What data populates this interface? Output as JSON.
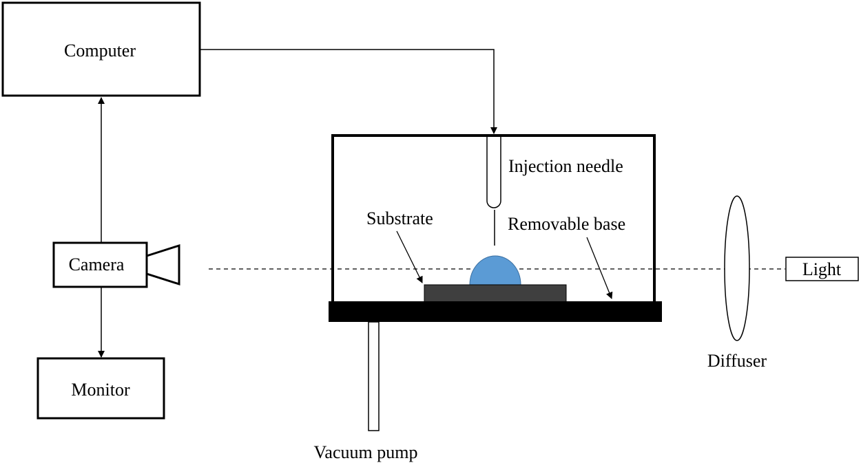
{
  "labels": {
    "computer": "Computer",
    "camera": "Camera",
    "monitor": "Monitor",
    "injection_needle": "Injection needle",
    "substrate": "Substrate",
    "removable_base": "Removable base",
    "light": "Light",
    "diffuser": "Diffuser",
    "vacuum_pump": "Vacuum pump"
  },
  "colors": {
    "line": "#000000",
    "droplet": "#5b9bd5",
    "substrate": "#3f3f3f",
    "base": "#000000"
  }
}
